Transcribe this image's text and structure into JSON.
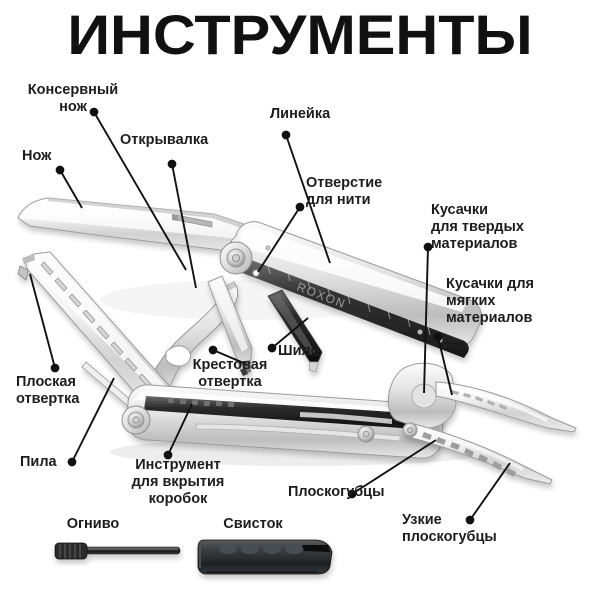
{
  "page": {
    "title": "ИНСТРУМЕНТЫ",
    "background_color": "#ffffff",
    "text_color": "#1c1c1c",
    "brand_on_tool": "ROXON"
  },
  "labels": {
    "can_opener": "Консервный\nнож",
    "bottle_opener": "Открывалка",
    "knife": "Нож",
    "ruler": "Линейка",
    "thread_hole": "Отверстие\nдля нити",
    "hard_cutters": "Кусачки\nдля твердых\nматериалов",
    "soft_cutters": "Кусачки для\nмягких\nматериалов",
    "awl": "Шило",
    "phillips_screwdriver": "Крестовая\nотвертка",
    "flat_screwdriver": "Плоская\nотвертка",
    "saw": "Пила",
    "box_opener": "Инструмент\nдля вкрытия\nкоробок",
    "pliers": "Плоскогубцы",
    "needle_nose_pliers": "Узкие\nплоскогубцы",
    "fire_starter": "Огниво",
    "whistle": "Свисток"
  }
}
